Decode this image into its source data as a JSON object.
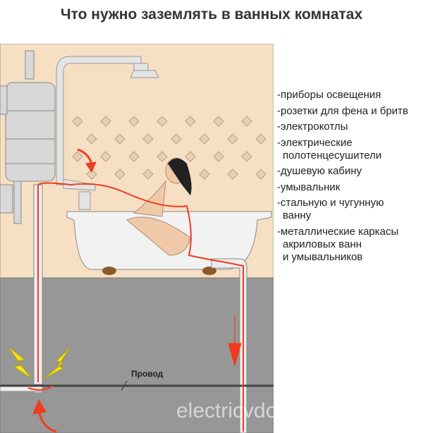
{
  "title": "Что нужно заземлять в ванных комнатах",
  "items": [
    "-приборы освещения",
    "-розетки для фена и бритв",
    "-электрокотлы",
    "-электрические\nполотенцесушители",
    "-душевую кабину",
    "-умывальник",
    "-стальную и чугунную\nванну",
    "-металлические каркасы\nакриловых ванн\nи умывальников"
  ],
  "wire_label": "Провод",
  "watermark": "electricvdome.ru",
  "colors": {
    "wall": "#f6dfc3",
    "floor": "#979797",
    "current": "#f23a1c",
    "spark": "#f5e21a"
  }
}
